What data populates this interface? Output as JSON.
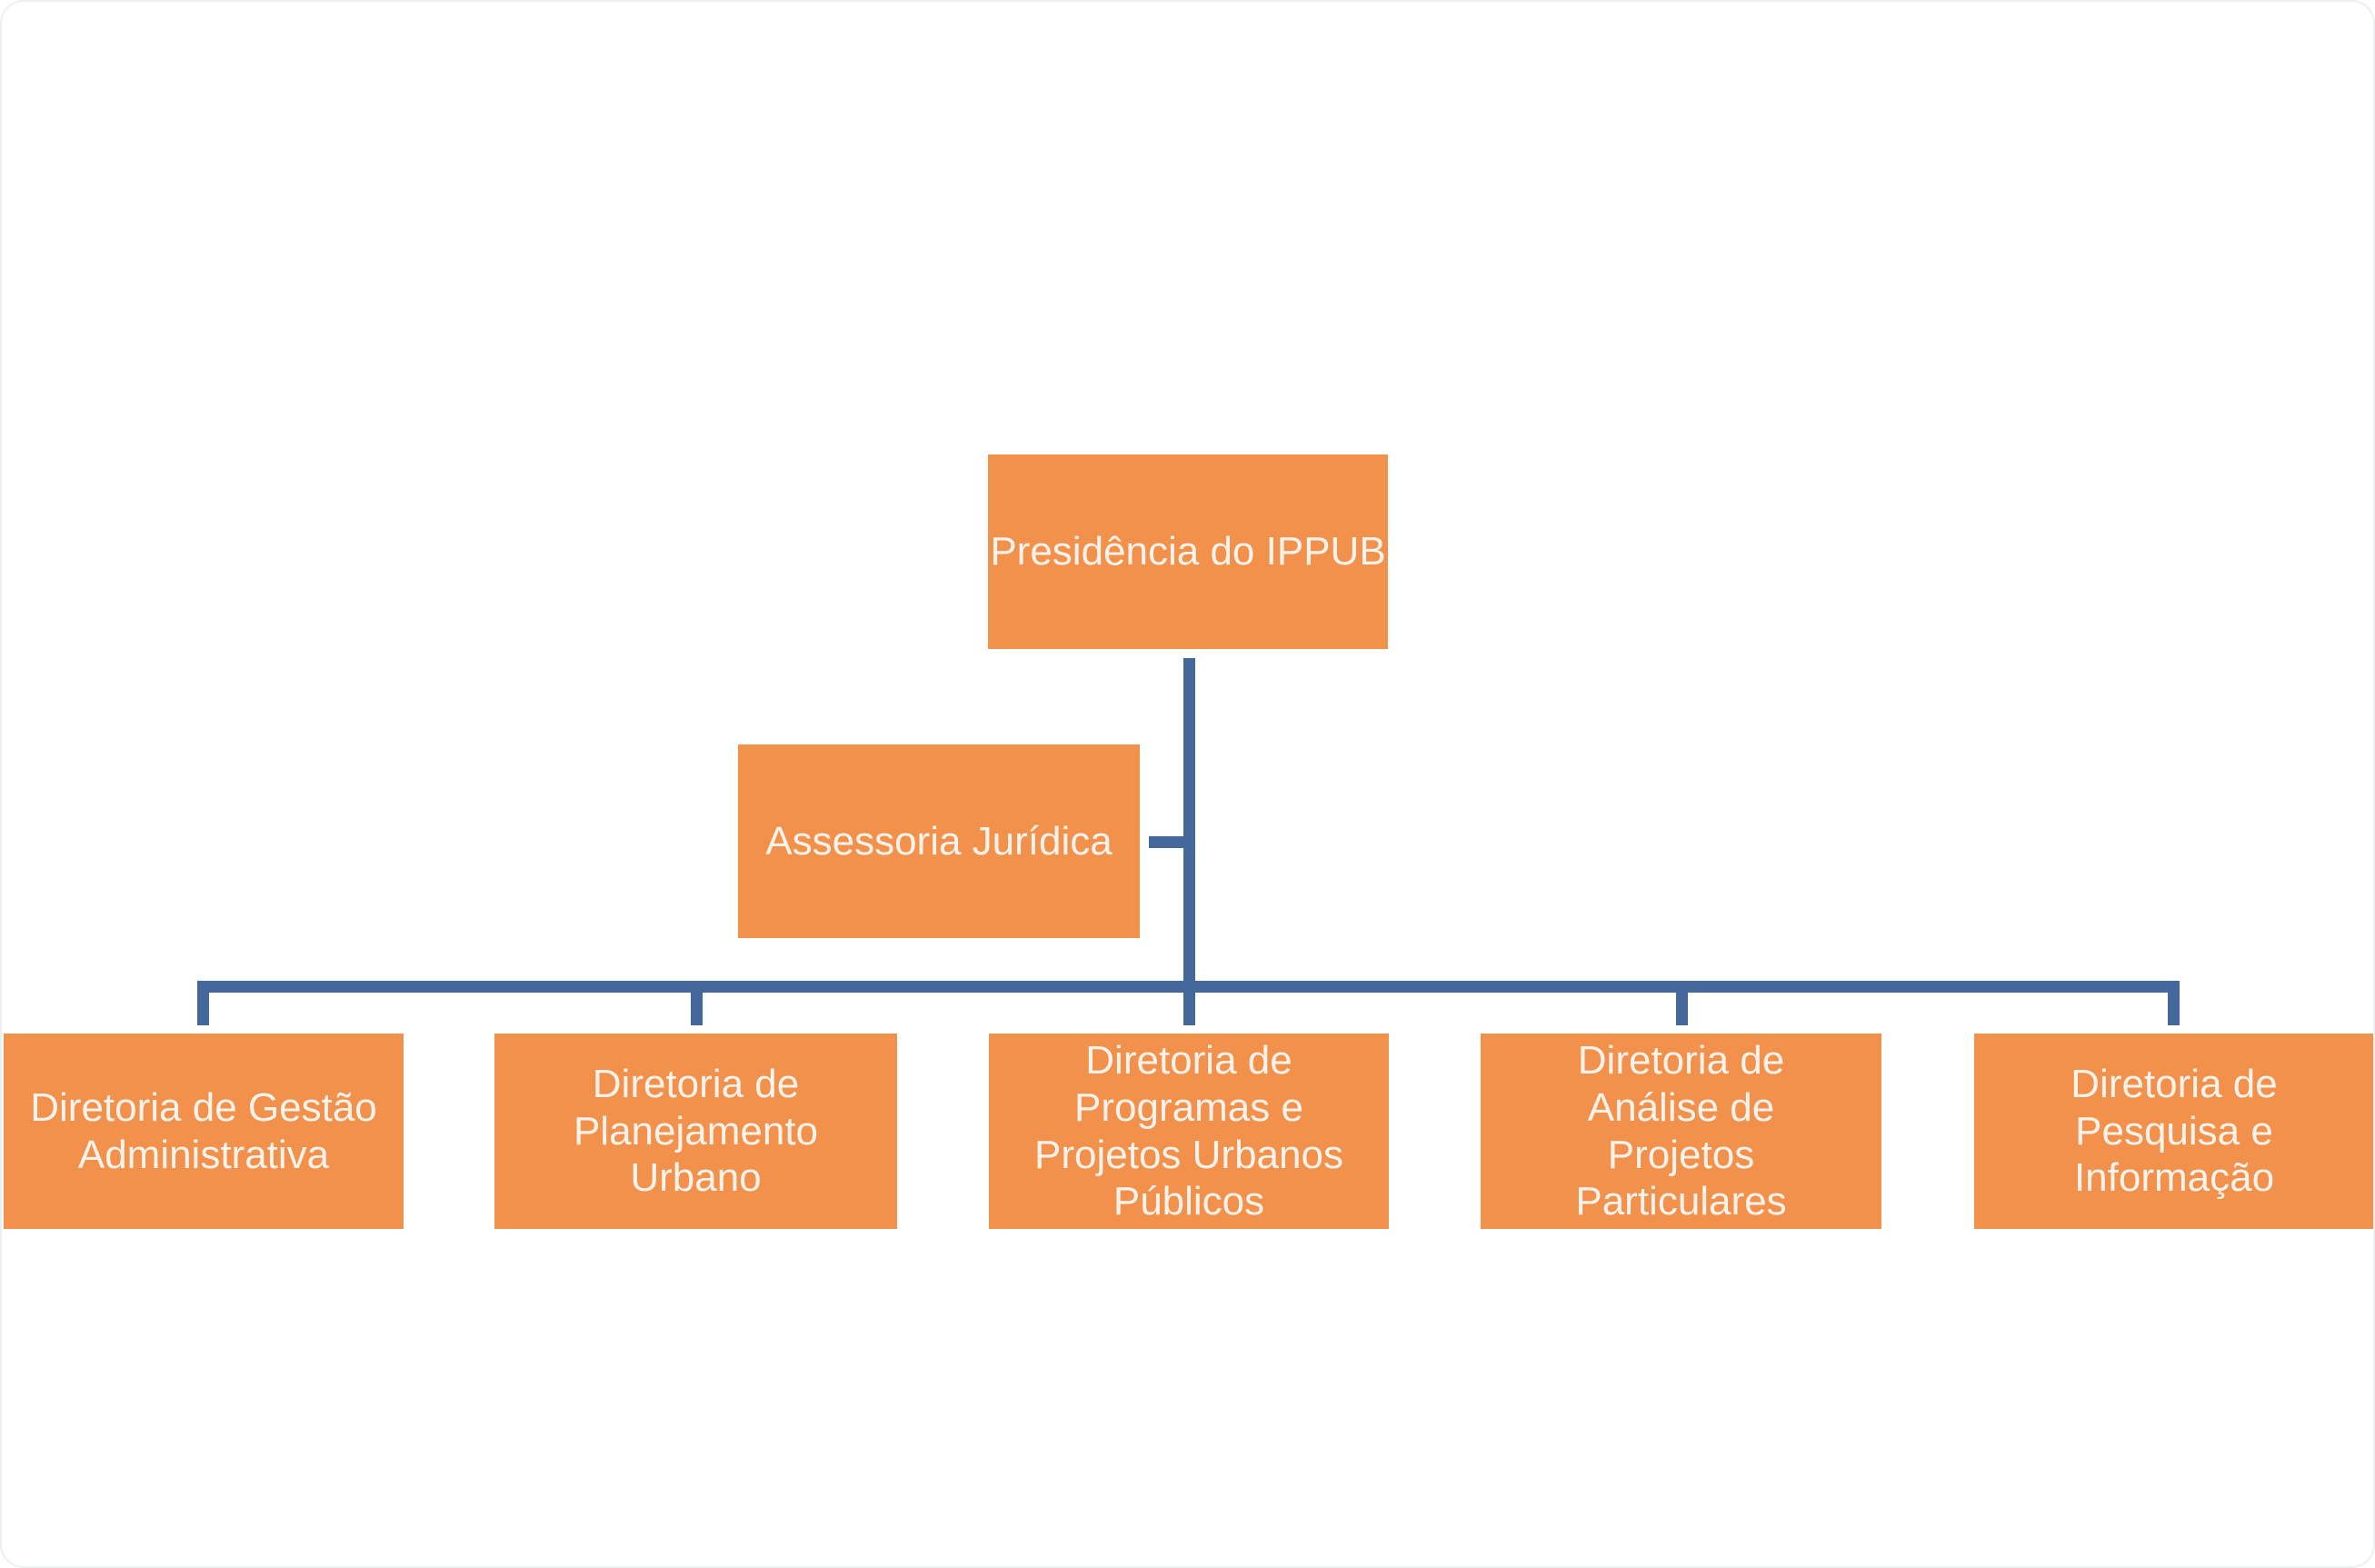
{
  "org_chart": {
    "type": "org-chart",
    "root": {
      "label": "Presidência do IPPUB"
    },
    "assistant": {
      "label": "Assessoria Jurídica"
    },
    "children": [
      {
        "label": "Diretoria de Gestão Administrativa"
      },
      {
        "label": "Diretoria de Planejamento Urbano"
      },
      {
        "label": "Diretoria de Programas e Projetos Urbanos Públicos"
      },
      {
        "label": "Diretoria de Análise de Projetos Particulares"
      },
      {
        "label": "Diretoria de Pesquisa e Informação"
      }
    ],
    "colors": {
      "box_fill": "#F1914B",
      "box_text": "#FBF3EB",
      "connector": "#44689C",
      "background": "#FFFFFF"
    }
  }
}
